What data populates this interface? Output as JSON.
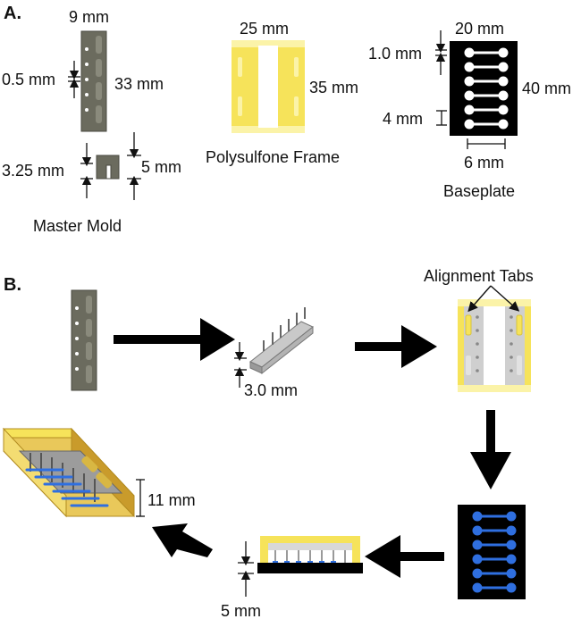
{
  "panel_a": {
    "label": "A",
    "master_mold": {
      "caption": "Master Mold",
      "width": "9 mm",
      "height": "33 mm",
      "gap": "0.5 mm",
      "profile_height": "3.25 mm",
      "profile_total": "5 mm"
    },
    "frame": {
      "caption": "Polysulfone Frame",
      "width": "25 mm",
      "height": "35 mm"
    },
    "baseplate": {
      "caption": "Baseplate",
      "width": "20 mm",
      "height": "40 mm",
      "channel_width": "1.0 mm",
      "channel_spacing": "4 mm",
      "channel_length": "6 mm"
    }
  },
  "panel_b": {
    "label": "B",
    "pillar_height": "3.0 mm",
    "alignment_tabs": "Alignment Tabs",
    "bottom_gap": "5 mm",
    "device_height": "11 mm"
  },
  "colors": {
    "mold_gray": "#6b6b5e",
    "frame_yellow": "#f6e35a",
    "frame_light": "#fbf3a8",
    "channel_blue": "#2f6fe0",
    "base_black": "#000000"
  }
}
